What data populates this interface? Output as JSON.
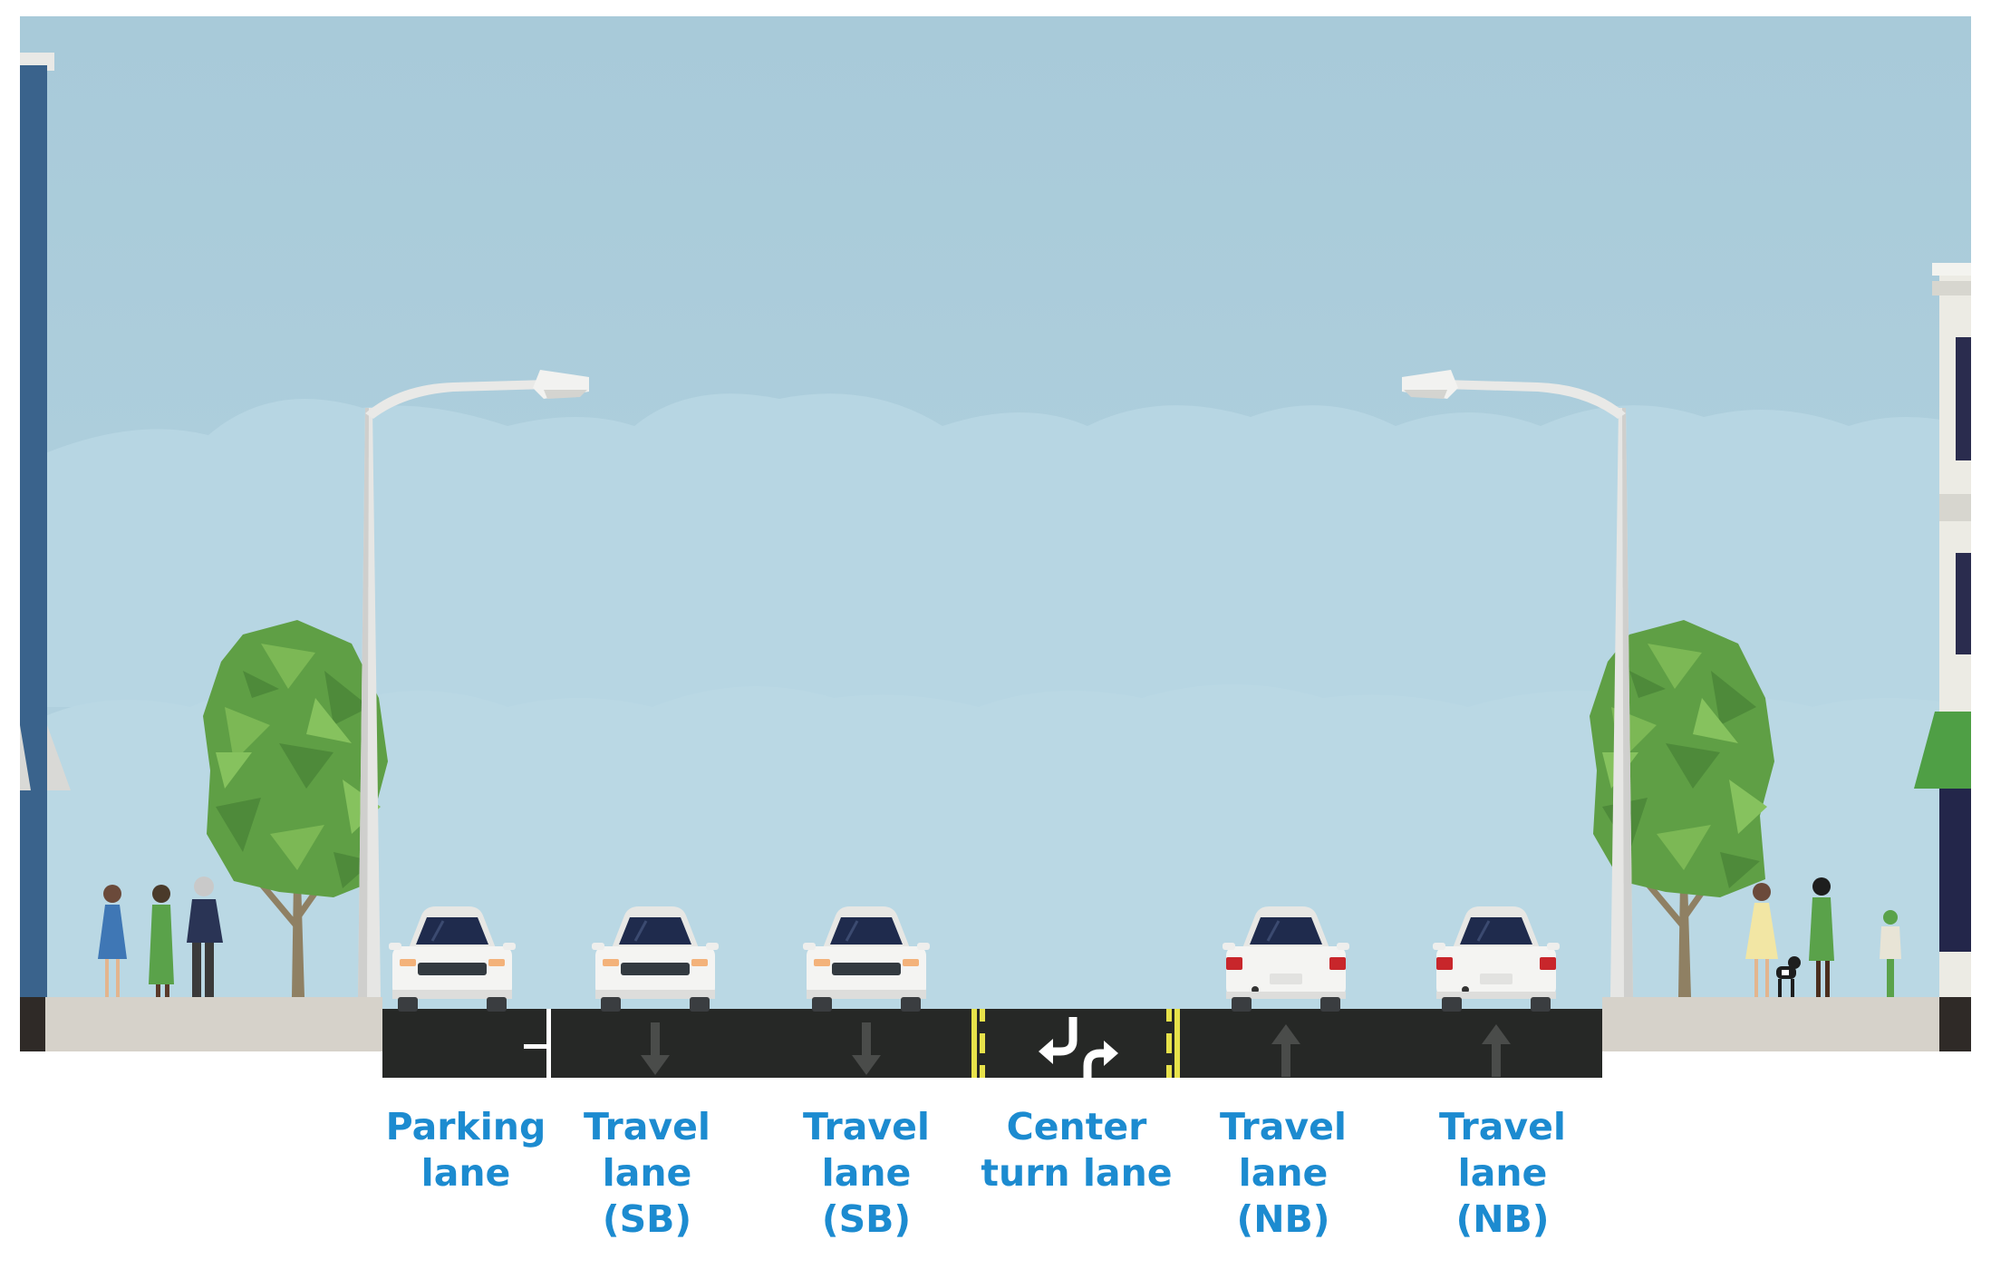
{
  "colors": {
    "sky": "#a9cbd9",
    "cloud": "#bad8e4",
    "asphalt": "#262826",
    "sidewalk": "#d6d2ca",
    "curb_dark": "#2f2a27",
    "lane_label": "#1c8bd0",
    "center_line": "#e7e24a",
    "tree_green": "#5f9f45",
    "building_blue": "#3a638c",
    "car_body": "#f4f4f2"
  },
  "lanes": [
    {
      "id": "parking",
      "lines": [
        "Parking",
        "lane"
      ],
      "direction": "none",
      "car_facing": "front"
    },
    {
      "id": "sb1",
      "lines": [
        "Travel",
        "lane",
        "(SB)"
      ],
      "direction": "down",
      "car_facing": "front"
    },
    {
      "id": "sb2",
      "lines": [
        "Travel",
        "lane",
        "(SB)"
      ],
      "direction": "down",
      "car_facing": "front"
    },
    {
      "id": "center",
      "lines": [
        "Center",
        "turn lane"
      ],
      "direction": "turn",
      "car_facing": "none"
    },
    {
      "id": "nb1",
      "lines": [
        "Travel",
        "lane",
        "(NB)"
      ],
      "direction": "up",
      "car_facing": "rear"
    },
    {
      "id": "nb2",
      "lines": [
        "Travel",
        "lane",
        "(NB)"
      ],
      "direction": "up",
      "car_facing": "rear"
    }
  ]
}
